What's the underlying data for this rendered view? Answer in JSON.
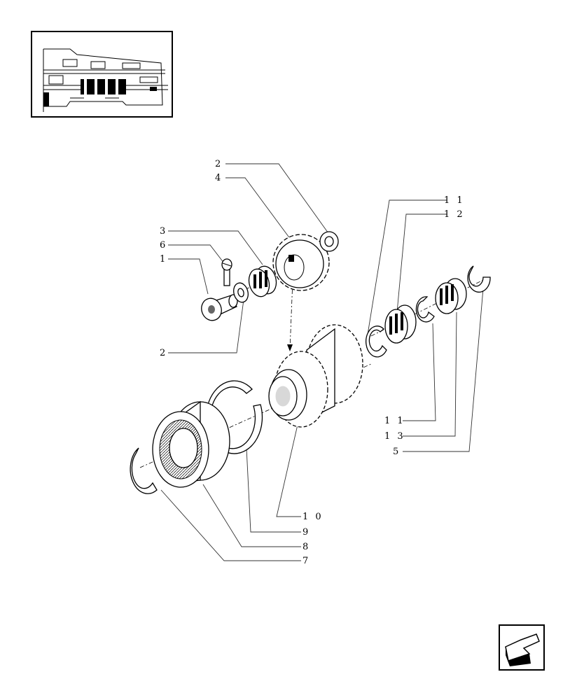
{
  "diagram": {
    "callouts": {
      "c2_top": "2",
      "c4": "4",
      "c3": "3",
      "c6": "6",
      "c1": "1",
      "c2_bottom": "2",
      "c11_top": "1 1",
      "c12": "1 2",
      "c11_bottom": "1 1",
      "c13": "1 3",
      "c5": "5",
      "c10": "1 0",
      "c9": "9",
      "c8": "8",
      "c7": "7"
    }
  },
  "icons": {
    "thumbnail": "transmission-section-thumbnail",
    "nav": "back-arrow-icon"
  }
}
